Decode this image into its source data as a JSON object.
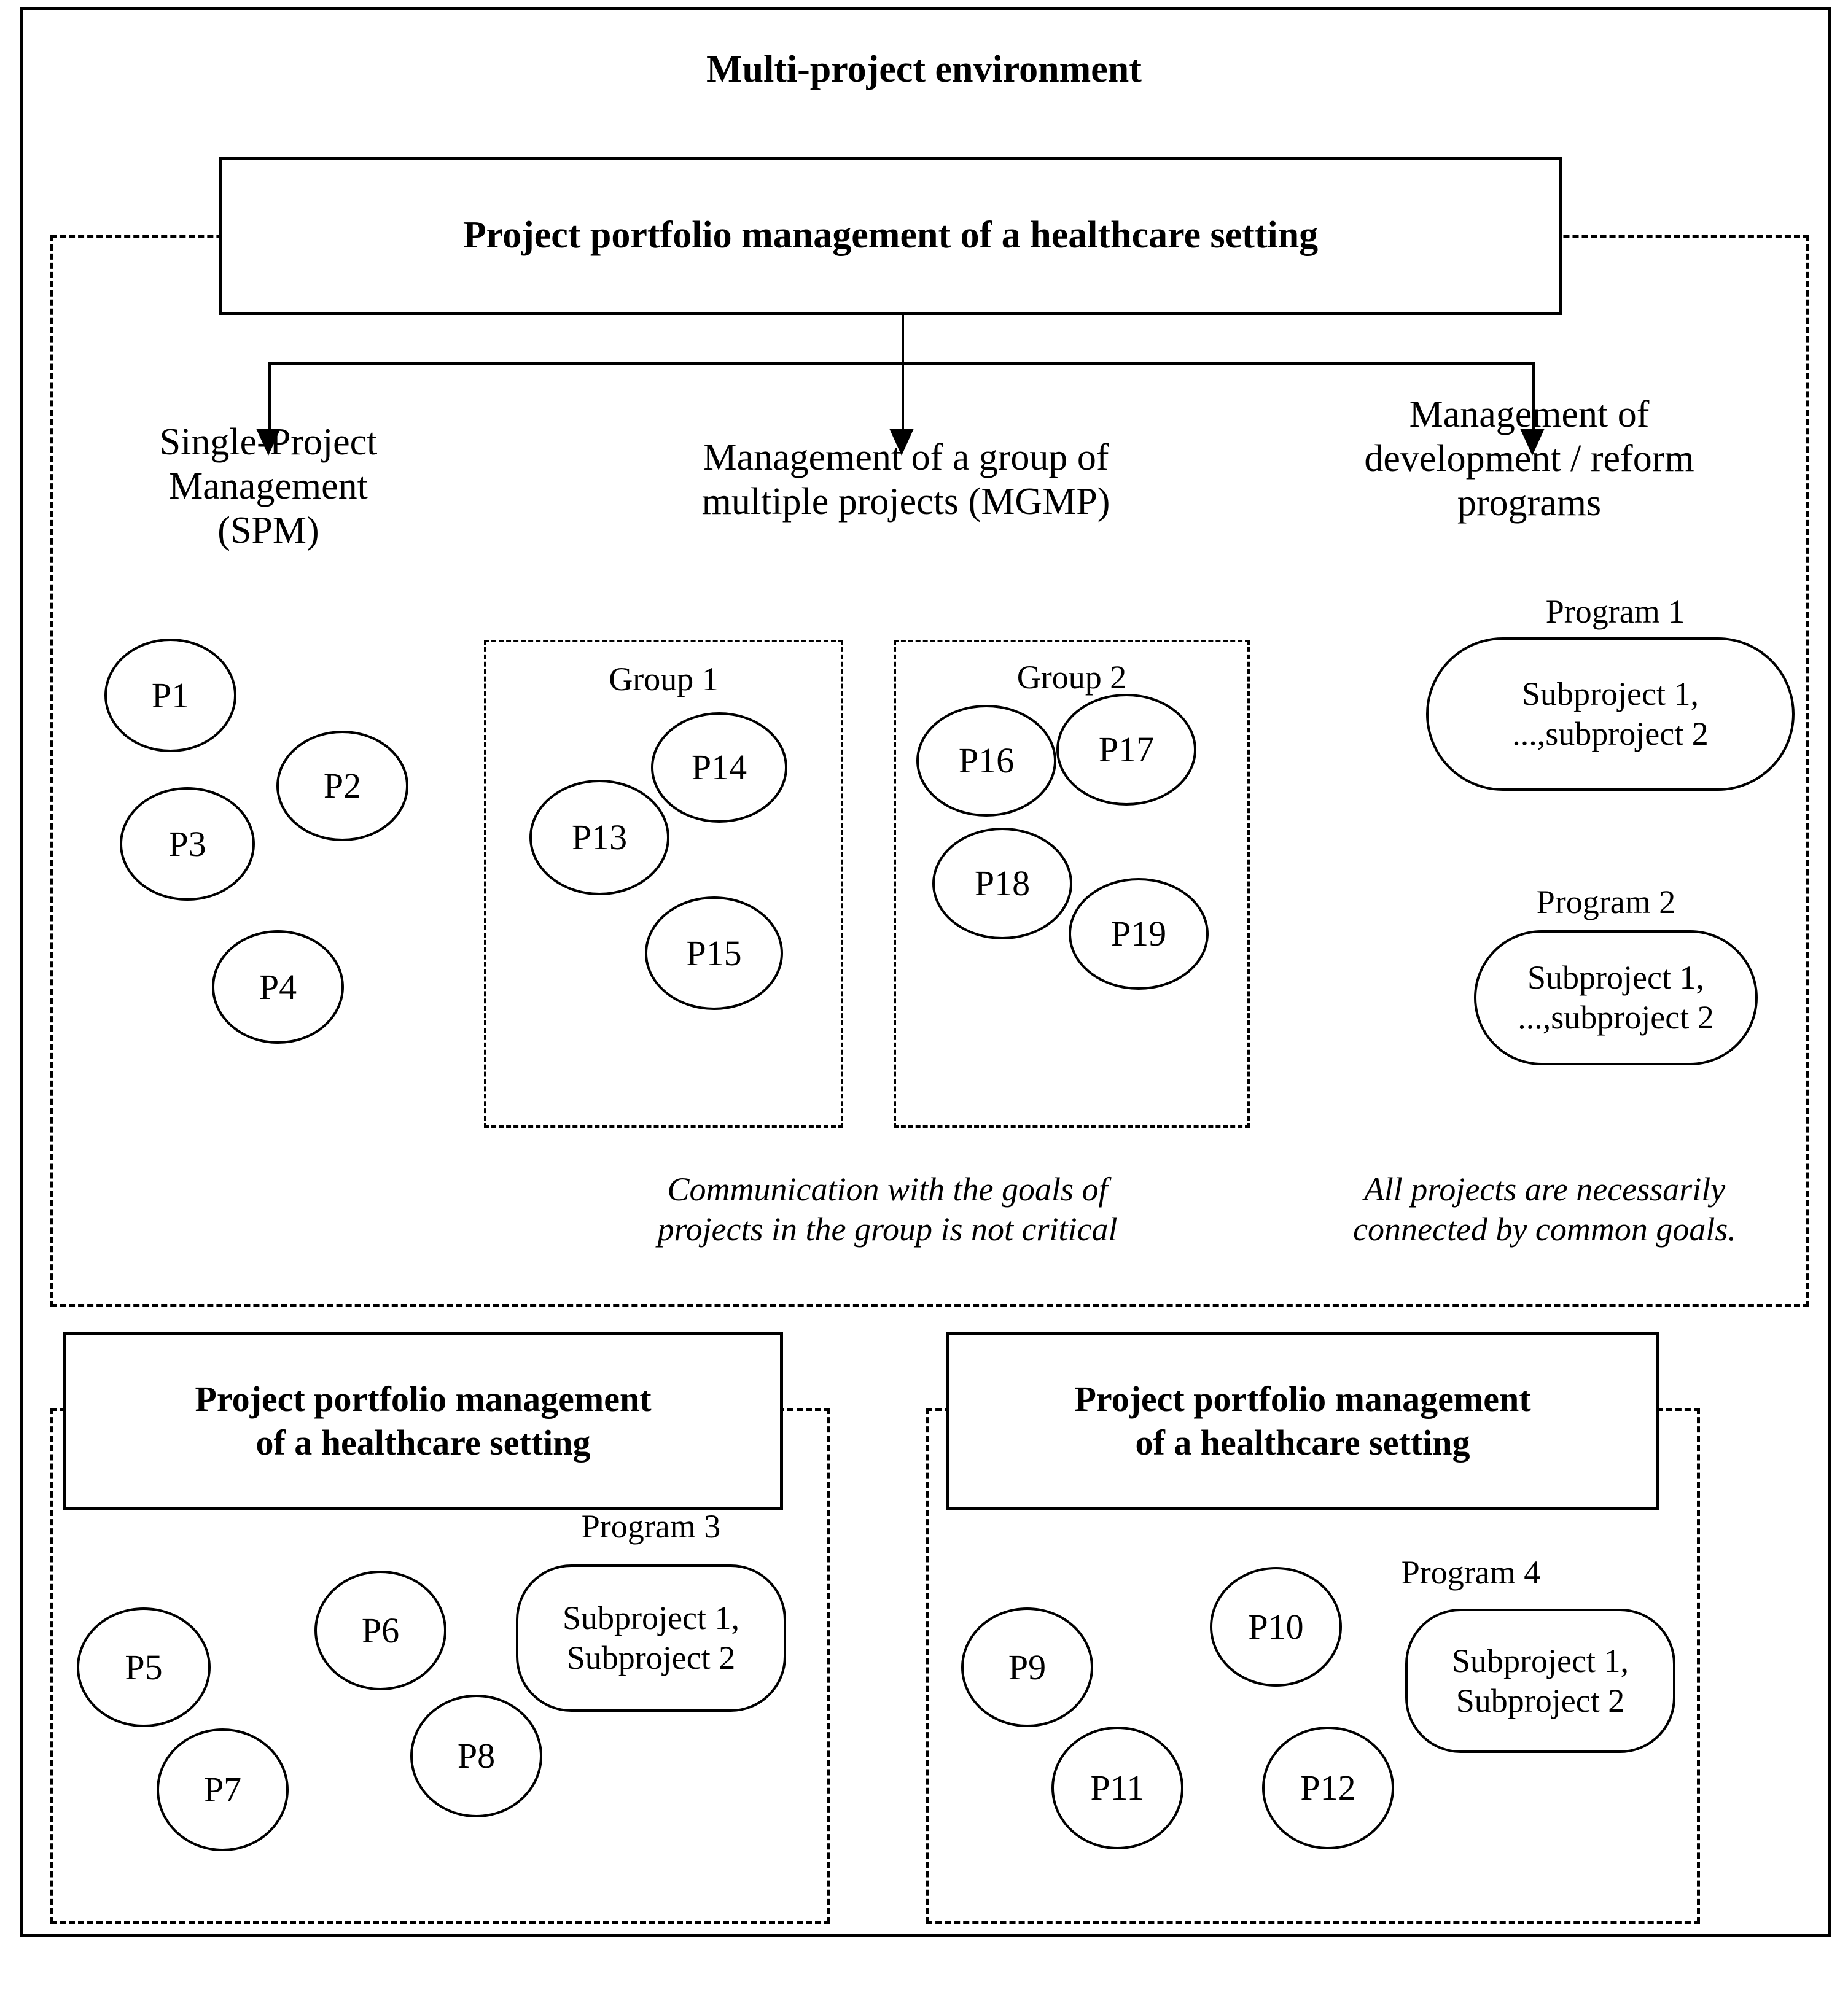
{
  "page": {
    "title": "Multi-project environment"
  },
  "top_panel": {
    "header_box": "Project portfolio management of a healthcare setting",
    "branches": [
      {
        "label": "Single-Project\nManagement\n(SPM)",
        "name": "single-project-management"
      },
      {
        "label": "Management of a group of\nmultiple projects (MGMP)",
        "name": "management-group-multiple-projects"
      },
      {
        "label": "Management of\ndevelopment / reform\nprograms",
        "name": "management-development-reform-programs"
      }
    ],
    "spm_projects": [
      {
        "id": "P1"
      },
      {
        "id": "P2"
      },
      {
        "id": "P3"
      },
      {
        "id": "P4"
      }
    ],
    "groups": [
      {
        "label": "Group 1",
        "projects": [
          {
            "id": "P13"
          },
          {
            "id": "P14"
          },
          {
            "id": "P15"
          }
        ]
      },
      {
        "label": "Group 2",
        "projects": [
          {
            "id": "P16"
          },
          {
            "id": "P17"
          },
          {
            "id": "P18"
          },
          {
            "id": "P19"
          }
        ]
      }
    ],
    "programs": [
      {
        "label": "Program 1",
        "content": "Subproject 1,\n...,subproject 2"
      },
      {
        "label": "Program 2",
        "content": "Subproject 1,\n...,subproject 2"
      }
    ],
    "notes": {
      "mgmp": "Communication with the goals of\nprojects in the group is not critical",
      "programs": "All projects are necessarily\nconnected by common goals."
    }
  },
  "bottom_left_panel": {
    "header_box": "Project portfolio management\nof a healthcare setting",
    "projects": [
      {
        "id": "P5"
      },
      {
        "id": "P6"
      },
      {
        "id": "P7"
      },
      {
        "id": "P8"
      }
    ],
    "program": {
      "label": "Program 3",
      "content": "Subproject 1,\nSubproject 2"
    }
  },
  "bottom_right_panel": {
    "header_box": "Project portfolio management\nof a healthcare setting",
    "projects": [
      {
        "id": "P9"
      },
      {
        "id": "P10"
      },
      {
        "id": "P11"
      },
      {
        "id": "P12"
      }
    ],
    "program": {
      "label": "Program 4",
      "content": "Subproject 1,\nSubproject 2"
    }
  },
  "colors": {
    "stroke": "#000000",
    "background": "#ffffff"
  }
}
